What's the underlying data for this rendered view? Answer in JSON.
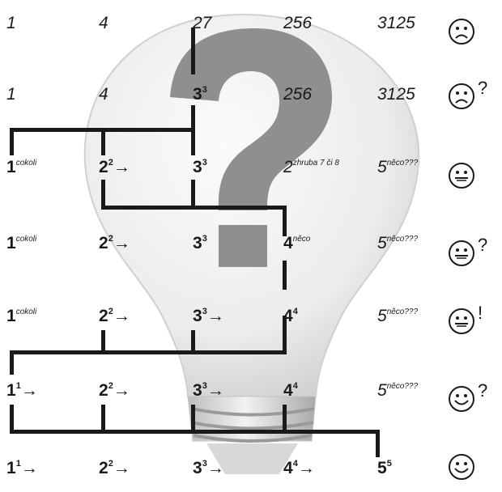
{
  "rows": [
    {
      "cells": [
        {
          "base": "1",
          "bold": false
        },
        {
          "base": "4",
          "bold": false
        },
        {
          "base": "27",
          "bold": false
        },
        {
          "base": "256",
          "bold": false
        },
        {
          "base": "3125",
          "bold": false
        }
      ],
      "face": "sad",
      "mark": ""
    },
    {
      "cells": [
        {
          "base": "1",
          "bold": false
        },
        {
          "base": "4",
          "bold": false
        },
        {
          "base": "3",
          "sup": "3",
          "bold": true
        },
        {
          "base": "256",
          "bold": false
        },
        {
          "base": "3125",
          "bold": false
        }
      ],
      "face": "sad",
      "mark": "?"
    },
    {
      "cells": [
        {
          "base": "1",
          "note": "cokoli",
          "bold": true
        },
        {
          "base": "2",
          "sup": "2",
          "arrow": "→",
          "bold": true
        },
        {
          "base": "3",
          "sup": "3",
          "bold": true
        },
        {
          "base": "2",
          "note": "zhruba 7 či 8",
          "bold": false
        },
        {
          "base": "5",
          "note": "něco???",
          "bold": false
        }
      ],
      "face": "neutral",
      "mark": ""
    },
    {
      "cells": [
        {
          "base": "1",
          "note": "cokoli",
          "bold": true
        },
        {
          "base": "2",
          "sup": "2",
          "arrow": "→",
          "bold": true
        },
        {
          "base": "3",
          "sup": "3",
          "bold": true
        },
        {
          "base": "4",
          "note": "něco",
          "bold": true
        },
        {
          "base": "5",
          "note": "něco???",
          "bold": false
        }
      ],
      "face": "neutral",
      "mark": "?"
    },
    {
      "cells": [
        {
          "base": "1",
          "note": "cokoli",
          "bold": true
        },
        {
          "base": "2",
          "sup": "2",
          "arrow": "→",
          "bold": true
        },
        {
          "base": "3",
          "sup": "3",
          "arrow": "→",
          "bold": true
        },
        {
          "base": "4",
          "sup": "4",
          "bold": true
        },
        {
          "base": "5",
          "note": "něco???",
          "bold": false
        }
      ],
      "face": "neutral",
      "mark": "!"
    },
    {
      "cells": [
        {
          "base": "1",
          "sup": "1",
          "arrow": "→",
          "bold": true
        },
        {
          "base": "2",
          "sup": "2",
          "arrow": "→",
          "bold": true
        },
        {
          "base": "3",
          "sup": "3",
          "arrow": "→",
          "bold": true
        },
        {
          "base": "4",
          "sup": "4",
          "bold": true
        },
        {
          "base": "5",
          "note": "něco???",
          "bold": false
        }
      ],
      "face": "happy",
      "mark": "?"
    },
    {
      "cells": [
        {
          "base": "1",
          "sup": "1",
          "arrow": "→",
          "bold": true
        },
        {
          "base": "2",
          "sup": "2",
          "arrow": "→",
          "bold": true
        },
        {
          "base": "3",
          "sup": "3",
          "arrow": "→",
          "bold": true
        },
        {
          "base": "4",
          "sup": "4",
          "arrow": "→",
          "bold": true
        },
        {
          "base": "5",
          "sup": "5",
          "bold": true
        }
      ],
      "face": "happy",
      "mark": ""
    }
  ],
  "icons": {
    "background": "lightbulb-question-icon",
    "sad": "sad-face-icon",
    "neutral": "neutral-face-icon",
    "happy": "smiley-face-icon"
  },
  "colors": {
    "ink": "#1a1a1a",
    "bulb_glass": "#ededed",
    "question_mark": "#8c8c8c"
  }
}
